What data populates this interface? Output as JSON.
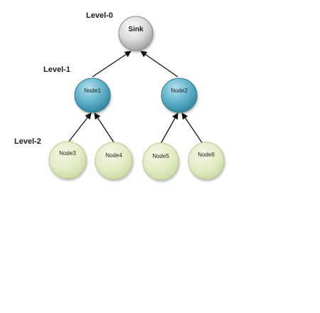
{
  "levels": {
    "level0": "Level-0",
    "level1": "Level-1",
    "level2": "Level-2"
  },
  "nodes": {
    "sink": "Sink",
    "node1": "Node1",
    "node2": "Node2",
    "node3": "Node3",
    "node4": "Node4",
    "node5": "Node5",
    "node6": "Node6"
  },
  "colors": {
    "sink": "#c8c8c8",
    "level1": "#5fb0c9",
    "level2": "#dfe9bf",
    "arrow": "#111111"
  }
}
